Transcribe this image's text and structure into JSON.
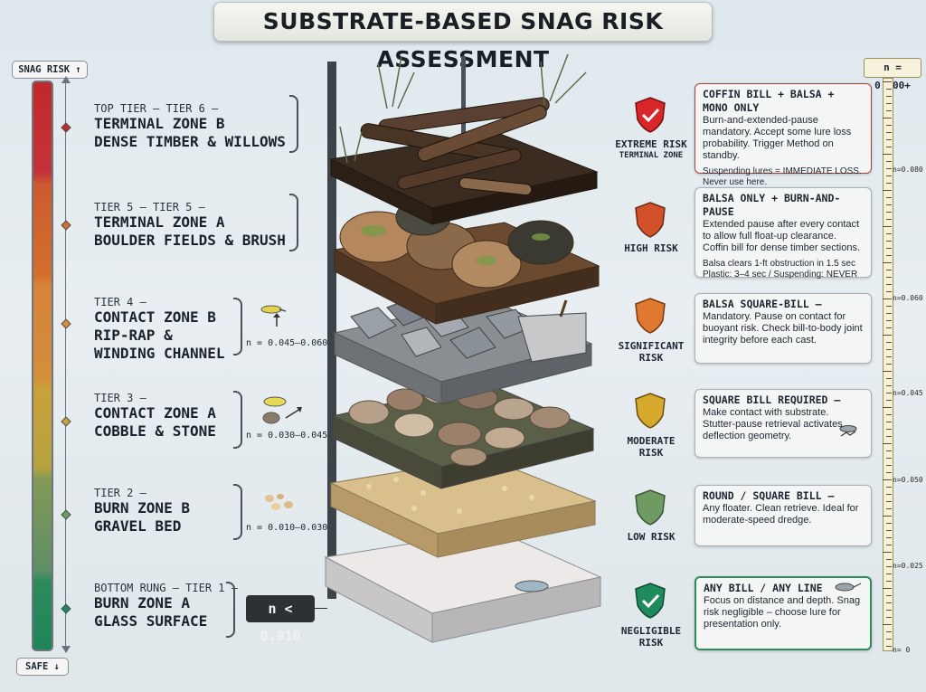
{
  "title": "SUBSTRATE-BASED SNAG RISK ASSESSMENT",
  "risk_scale": {
    "top_label": "SNAG RISK ↑",
    "bottom_label": "SAFE ↓"
  },
  "tiers": [
    {
      "small": "TOP TIER – TIER 6 –",
      "line1": "TERMINAL ZONE B",
      "line2": "DENSE TIMBER & WILLOWS",
      "line3": "",
      "n_range": ""
    },
    {
      "small": "TIER 5 – TIER 5 –",
      "line1": "TERMINAL ZONE A",
      "line2": "BOULDER FIELDS & BRUSH",
      "line3": "",
      "n_range": ""
    },
    {
      "small": "TIER 4 –",
      "line1": "CONTACT ZONE B",
      "line2": "RIP-RAP &",
      "line3": "WINDING CHANNEL",
      "n_range": "n = 0.045–0.060"
    },
    {
      "small": "TIER 3 –",
      "line1": "CONTACT ZONE A",
      "line2": "COBBLE & STONE",
      "line3": "",
      "n_range": "n = 0.030–0.045"
    },
    {
      "small": "TIER 2 –",
      "line1": "BURN ZONE B",
      "line2": "GRAVEL BED",
      "line3": "",
      "n_range": "n = 0.010–0.030"
    },
    {
      "small": "BOTTOM RUNG – TIER 1 –",
      "line1": "BURN ZONE A",
      "line2": "GLASS SURFACE",
      "line3": "",
      "n_range": ""
    }
  ],
  "n_badge": "n < 0.010",
  "risks": [
    {
      "line1": "EXTREME RISK",
      "line2": "TERMINAL ZONE",
      "color": "#d8262a"
    },
    {
      "line1": "HIGH RISK",
      "line2": "",
      "color": "#d2512a"
    },
    {
      "line1": "SIGNIFICANT",
      "line2": "RISK",
      "color": "#e0782f"
    },
    {
      "line1": "MODERATE",
      "line2": "RISK",
      "color": "#d6a92c"
    },
    {
      "line1": "LOW RISK",
      "line2": "",
      "color": "#6f9a62"
    },
    {
      "line1": "NEGLIGIBLE",
      "line2": "RISK",
      "color": "#1f8a5c"
    }
  ],
  "cards": [
    {
      "head": "COFFIN BILL + BALSA + MONO ONLY",
      "body": "Burn-and-extended-pause mandatory. Accept some lure loss probability. Trigger Method on standby.",
      "note": "Suspending lures = IMMEDIATE LOSS. Never use here."
    },
    {
      "head": "BALSA ONLY + BURN-AND-PAUSE",
      "body": "Extended pause after every contact to allow full float-up clearance. Coffin bill for dense timber sections.",
      "note": "Balsa clears 1-ft obstruction in 1.5 sec Plastic: 3–4 sec / Suspending: NEVER"
    },
    {
      "head": "BALSA SQUARE-BILL –",
      "body": "Mandatory. Pause on contact for buoyant risk. Check bill-to-body joint integrity before each cast.",
      "note": ""
    },
    {
      "head": "SQUARE BILL REQUIRED –",
      "body": "Make contact with substrate. Stutter-pause retrieval activates deflection geometry.",
      "note": ""
    },
    {
      "head": "ROUND / SQUARE BILL –",
      "body": "Any floater. Clean retrieve. Ideal for moderate-speed dredge.",
      "note": ""
    },
    {
      "head": "ANY BILL / ANY LINE",
      "body": "Focus on distance and depth. Snag risk negligible – choose lure for presentation only.",
      "note": ""
    }
  ],
  "ruler": {
    "top": "n = 0.100+",
    "ticks": [
      "n=0.080",
      "n=0.060",
      "n=0.045",
      "n=0.050",
      "n=0.025",
      "n= 0"
    ]
  }
}
